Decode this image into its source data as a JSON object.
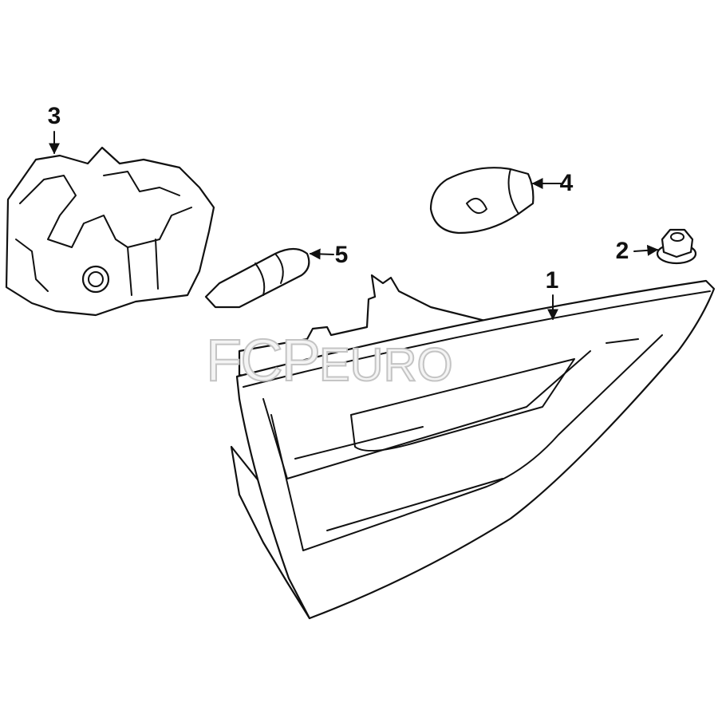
{
  "diagram": {
    "title": "Tail light assembly parts diagram",
    "callouts": [
      {
        "number": "1",
        "part": "lamp-assembly"
      },
      {
        "number": "2",
        "part": "nut"
      },
      {
        "number": "3",
        "part": "bulb-holder"
      },
      {
        "number": "4",
        "part": "bulb"
      },
      {
        "number": "5",
        "part": "wedge-bulb"
      }
    ]
  },
  "watermark": {
    "brand": "FCP",
    "suffix": "EURO"
  }
}
